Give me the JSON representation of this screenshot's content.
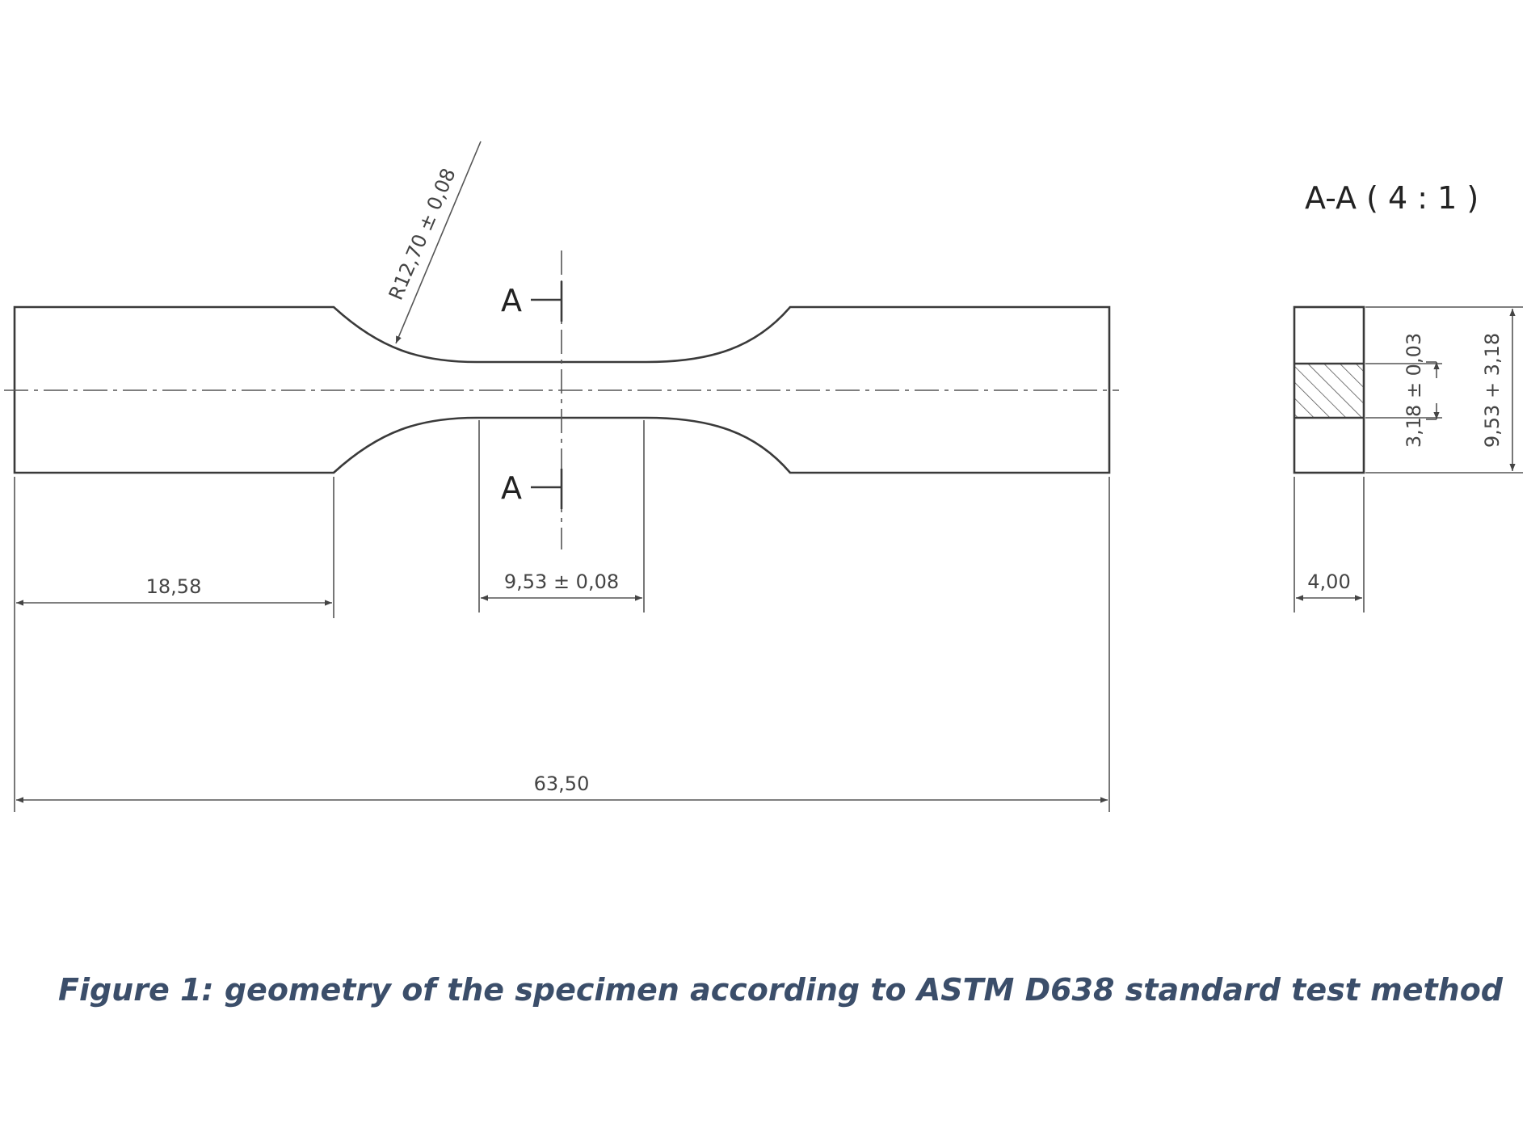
{
  "labels": {
    "section_title": "A-A ( 4 : 1 )",
    "section_mark": "A",
    "radius": "R12,70 ± 0,08",
    "grip_length": "18,58",
    "gauge_width": "9,53 ± 0,08",
    "overall_length": "63,50",
    "thickness": "4,00",
    "narrow_width": "3,18 ± 0,03",
    "total_width": "9,53 + 3,18"
  },
  "caption": "Figure 1: geometry of the specimen according to ASTM D638 standard test method"
}
